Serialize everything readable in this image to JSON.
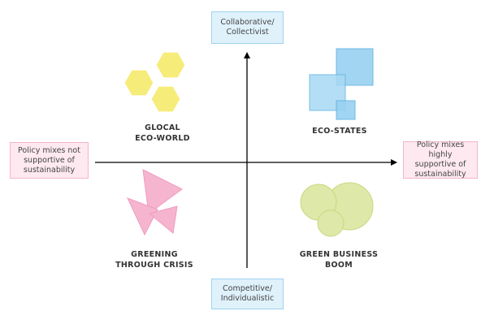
{
  "axes": {
    "top": [
      "Collaborative/",
      "Collectivist"
    ],
    "bottom": [
      "Competitive/",
      "Individualistic"
    ],
    "left": [
      "Policy mixes not",
      "supportive of",
      "sustainability"
    ],
    "right": [
      "Policy mixes highly",
      "supportive of",
      "sustainability"
    ]
  },
  "quadrants": {
    "top_left": [
      "GLOCAL",
      "ECO-WORLD"
    ],
    "top_right": [
      "ECO-STATES"
    ],
    "bottom_left": [
      "GREENING",
      "THROUGH CRISIS"
    ],
    "bottom_right": [
      "GREEN BUSINESS",
      "BOOM"
    ]
  },
  "colors": {
    "axis": "#000000",
    "yellow_fill": "#f6ec73",
    "yellow_stroke": "#ffffff",
    "blue_fill": "#98d1f1",
    "blue_stroke": "#5fb3e2",
    "pink_fill": "#f4a9c6",
    "pink_stroke": "#ef8ab2",
    "green_fill": "#d9e59a",
    "green_stroke": "#c3d06a"
  },
  "icons": {
    "top_left": "hexagon-cluster-icon",
    "top_right": "overlapping-squares-icon",
    "bottom_left": "overlapping-triangles-icon",
    "bottom_right": "overlapping-circles-icon"
  }
}
